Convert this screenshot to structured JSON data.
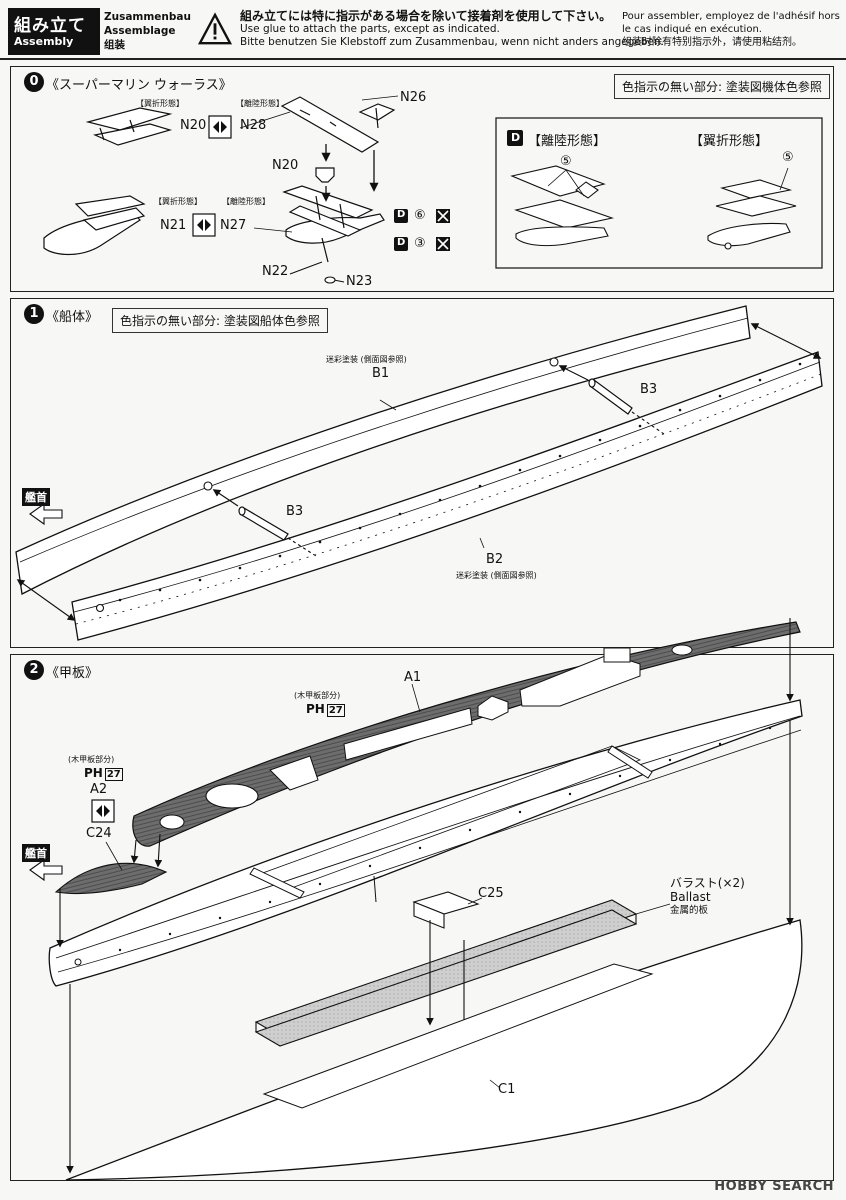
{
  "header": {
    "jp_title": "組み立て",
    "en_title": "Assembly",
    "de": "Zusammenbau",
    "fr": "Assemblage",
    "zh": "组装",
    "warn_jp": "組み立てには特に指示がある場合を除いて接着剤を使用して下さい。",
    "warn_en": "Use glue to attach the parts, except as indicated.",
    "warn_de": "Bitte benutzen Sie Klebstoff zum Zusammenbau, wenn nicht anders angegeben.",
    "warn_fr1": "Pour assembler, employez de l'adhésif hors",
    "warn_fr2": "le cas indiqué en exécution.",
    "warn_zh": "组装时除有特别指示外，请使用粘结剂。"
  },
  "step0": {
    "number": "0",
    "title": "《スーパーマリン ウォーラス》",
    "note": "色指示の無い部分: 塗装図機体色参照",
    "tag_wing_folded": "【翼折形態】",
    "tag_takeoff": "【離陸形態】",
    "parts": [
      "N20",
      "N28",
      "N26",
      "N20",
      "N21",
      "N27",
      "N22",
      "N23"
    ],
    "paint_d": "D",
    "paint_6": "⑥",
    "paint_3": "③",
    "inset_takeoff": "【離陸形態】",
    "inset_wing": "【翼折形態】",
    "inset_5a": "⑤",
    "inset_5b": "⑤",
    "inset_d": "D"
  },
  "step1": {
    "number": "1",
    "title": "《船体》",
    "note": "色指示の無い部分: 塗装図船体色参照",
    "camo_b1": "迷彩塗装 (側面図参照)",
    "b1": "B1",
    "b3a": "B3",
    "b3b": "B3",
    "b2": "B2",
    "camo_b2": "迷彩塗装 (側面図参照)",
    "bow": "艦首"
  },
  "step2": {
    "number": "2",
    "title": "《甲板》",
    "a1": "A1",
    "wood_a1": "(木甲板部分)",
    "ph_a1": "PH",
    "ph_num_a1": "27",
    "wood_a2": "(木甲板部分)",
    "ph_a2": "PH",
    "ph_num_a2": "27",
    "a2": "A2",
    "c24": "C24",
    "bow": "艦首",
    "c25": "C25",
    "ballast_jp": "バラスト(×2)",
    "ballast_en": "Ballast",
    "ballast_zh": "金属的板",
    "c1": "C1"
  },
  "watermark": "HOBBY SEARCH"
}
